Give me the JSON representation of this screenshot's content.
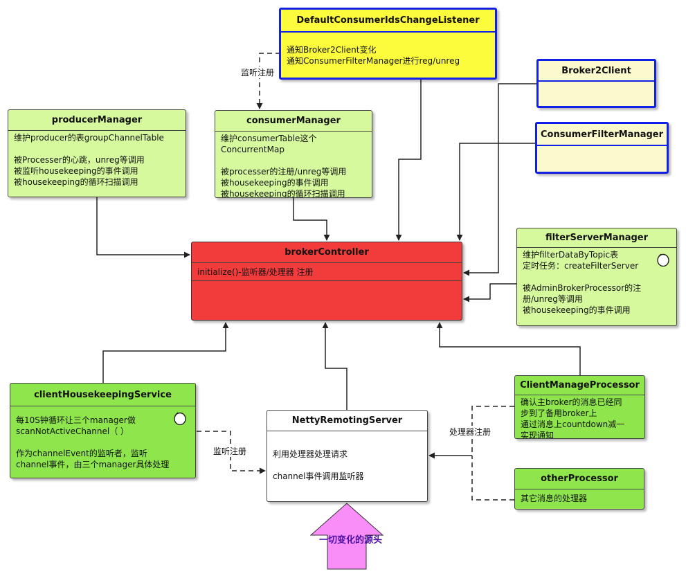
{
  "nodes": {
    "listener": {
      "title": "DefaultConsumerIdsChangeListener",
      "lines": [
        "通知Broker2Client变化",
        "通知ConsumerFilterManager进行reg/unreg"
      ]
    },
    "broker2client": {
      "title": "Broker2Client"
    },
    "consumerFilterManager": {
      "title": "ConsumerFilterManager"
    },
    "producerManager": {
      "title": "producerManager",
      "lines": [
        "维护producer的表groupChannelTable",
        "",
        "被Processer的心跳，unreg等调用",
        "被监听housekeeping的事件调用",
        "被housekeeping的循环扫描调用"
      ]
    },
    "consumerManager": {
      "title": "consumerManager",
      "lines": [
        "维护consumerTable这个",
        "ConcurrentMap",
        "",
        "被processer的注册/unreg等调用",
        "被housekeeping的事件调用",
        "被housekeeping的循环扫描调用"
      ]
    },
    "brokerController": {
      "title": "brokerController",
      "lines": [
        "initialize()-监听器/处理器 注册"
      ]
    },
    "filterServerManager": {
      "title": "filterServerManager",
      "lines": [
        "维护filterDataByTopic表",
        "定时任务：createFilterServer",
        "",
        "被AdminBrokerProcessor的注",
        "册/unreg等调用",
        "被housekeeping的事件调用"
      ]
    },
    "clientHousekeepingService": {
      "title": "clientHousekeepingService",
      "lines": [
        "每10S钟循环让三个manager做",
        "scanNotActiveChannel（ ）",
        "",
        "作为channelEvent的监听者，监听",
        "channel事件，由三个manager具体处理"
      ]
    },
    "nettyRemotingServer": {
      "title": "NettyRemotingServer",
      "lines": [
        "利用处理器处理请求",
        "",
        "channel事件调用监听器"
      ]
    },
    "clientManageProcessor": {
      "title": "ClientManageProcessor",
      "lines": [
        "确认主broker的消息已经同",
        "步到了备用broker上",
        "通过消息上countdown减一",
        "实现通知"
      ]
    },
    "otherProcessor": {
      "title": "otherProcessor",
      "lines": [
        "其它消息的处理器"
      ]
    }
  },
  "labels": {
    "listen_register_top": "监听注册",
    "listen_register_left": "监听注册",
    "processor_register": "处理器注册",
    "source": "一切变化的源头"
  },
  "colors": {
    "note_green": "#d6f99e",
    "processor_green": "#8ee64c",
    "controller_red": "#f23b3b",
    "listener_yellow": "#fcfc3c",
    "pale_yellow": "#fafacd",
    "blue_border": "#1020e8",
    "source_arrow": "#f98ef9",
    "source_text": "#4b0fa0"
  }
}
